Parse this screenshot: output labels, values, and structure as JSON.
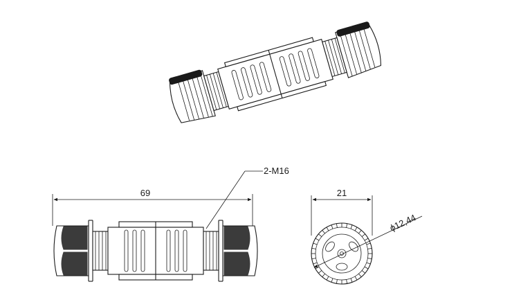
{
  "dimensions": {
    "overall_length": "69",
    "thread_callout": "2-M16",
    "end_width": "21",
    "diameter": "ϕ12,44"
  },
  "colors": {
    "line": "#1a1a1a",
    "background": "#ffffff"
  }
}
